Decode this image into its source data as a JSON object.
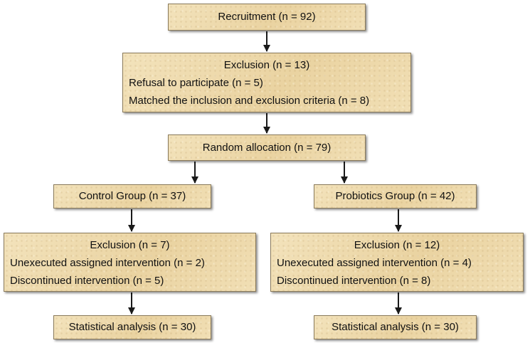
{
  "nodes": {
    "recruitment": {
      "text": "Recruitment (n = 92)"
    },
    "exclusion_top": {
      "title": "Exclusion (n = 13)",
      "items": [
        "Refusal to participate (n = 5)",
        "Matched the inclusion and exclusion criteria (n = 8)"
      ]
    },
    "random_allocation": {
      "text": "Random allocation (n = 79)"
    },
    "control_group": {
      "text": "Control Group (n = 37)"
    },
    "probiotics_group": {
      "text": "Probiotics Group (n = 42)"
    },
    "exclusion_control": {
      "title": "Exclusion (n = 7)",
      "items": [
        "Unexecuted assigned intervention (n = 2)",
        "Discontinued intervention (n = 5)"
      ]
    },
    "exclusion_probiotics": {
      "title": "Exclusion (n = 12)",
      "items": [
        "Unexecuted assigned intervention (n = 4)",
        "Discontinued intervention (n = 8)"
      ]
    },
    "analysis_control": {
      "text": "Statistical analysis (n = 30)"
    },
    "analysis_probiotics": {
      "text": "Statistical analysis (n = 30)"
    }
  },
  "colors": {
    "box_fill": "#efdcb0",
    "box_border": "#8a7a5a",
    "arrow": "#1a1a1a",
    "text": "#111111"
  }
}
